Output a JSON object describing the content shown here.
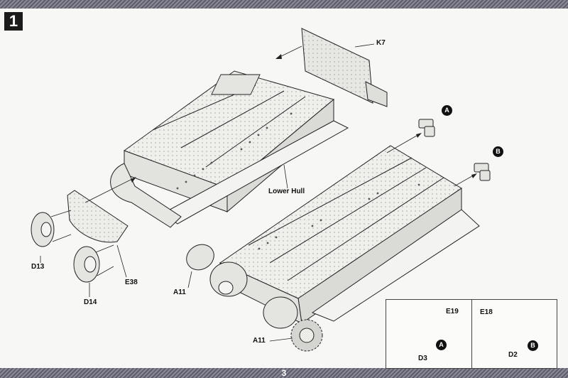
{
  "page": {
    "step_number": "1",
    "page_number": "3"
  },
  "labels": {
    "k7": "K7",
    "lower_hull": "Lower Hull",
    "d13": "D13",
    "d14": "D14",
    "e38": "E38",
    "a11_left": "A11",
    "a11_bottom": "A11",
    "e19": "E19",
    "e18": "E18",
    "d3": "D3",
    "d2": "D2"
  },
  "callouts": {
    "a_main": "A",
    "b_main": "B",
    "a_inset": "A",
    "b_inset": "B"
  },
  "colors": {
    "ink": "#222222",
    "band": "#6e6e7a",
    "part_fill": "#e9e9e6"
  }
}
